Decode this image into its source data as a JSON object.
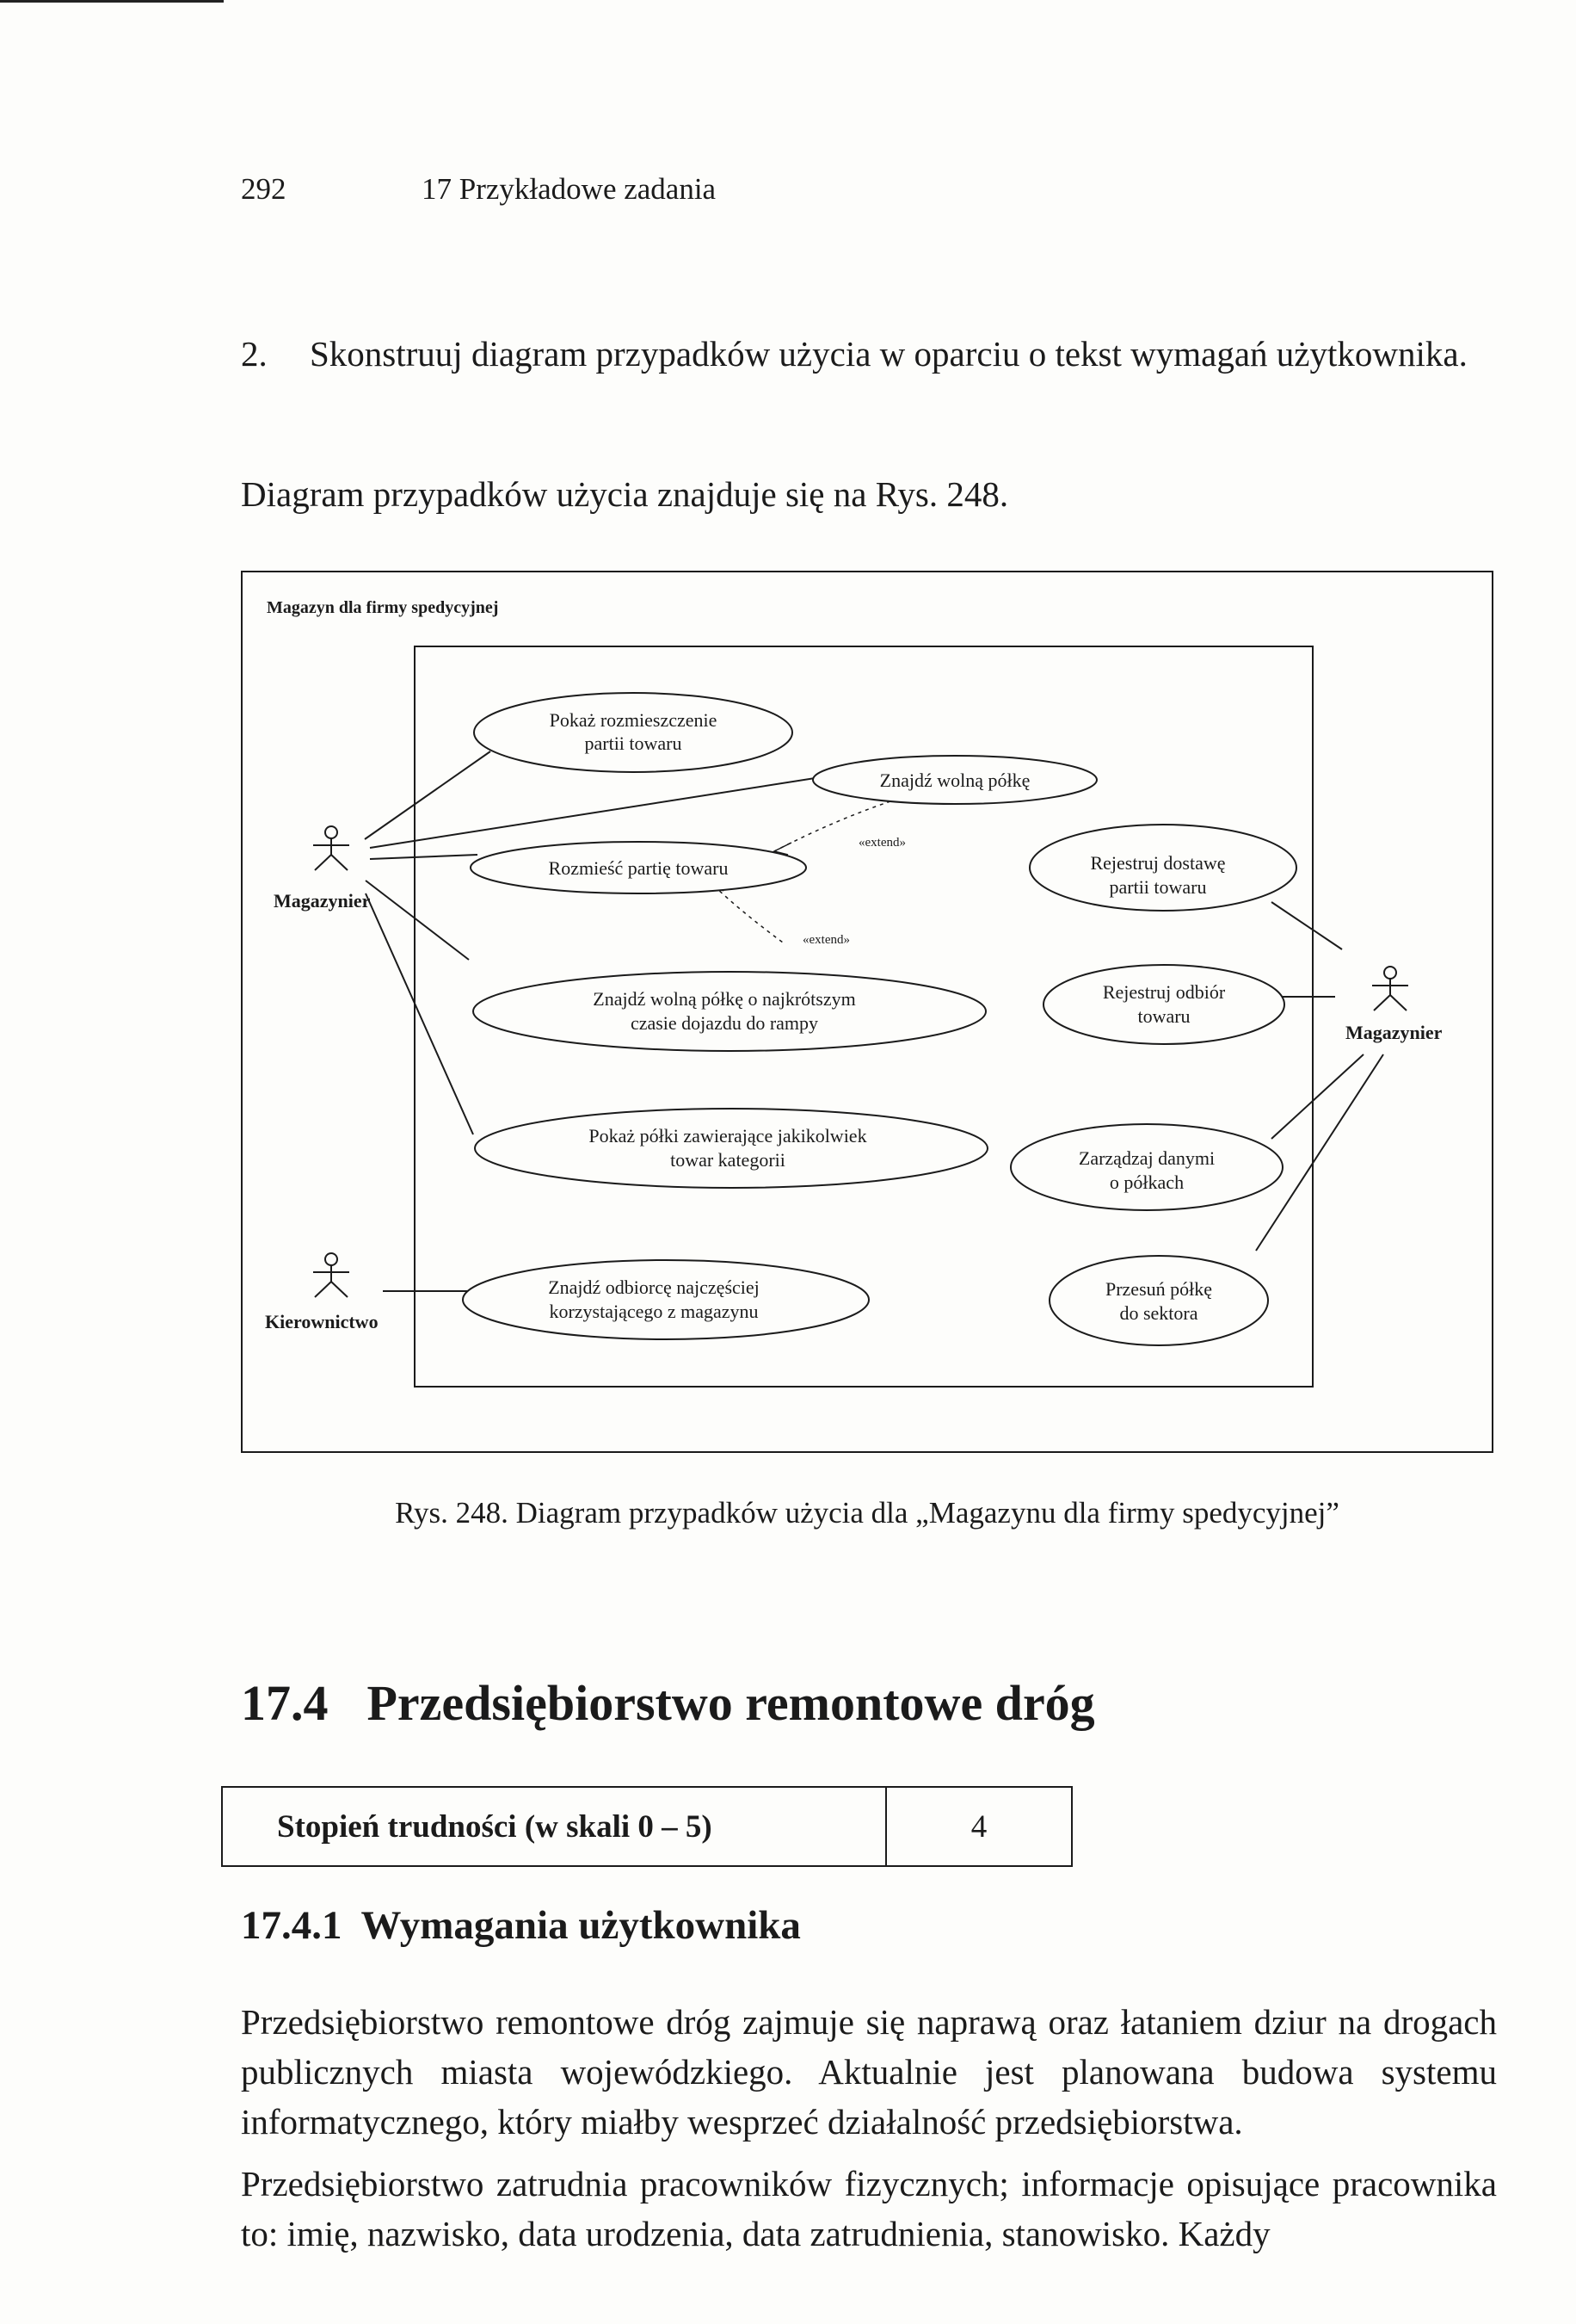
{
  "header": {
    "page_number": "292",
    "running_title": "17  Przykładowe zadania"
  },
  "task": {
    "number": "2.",
    "text": "Skonstruuj diagram przypadków użycia w oparciu o tekst wymagań użytkownika."
  },
  "intro_line": "Diagram przypadków użycia znajduje się na Rys. 248.",
  "diagram": {
    "title": "Magazyn dla firmy spedycyjnej",
    "actors": {
      "left_top": "Magazynier",
      "left_bottom": "Kierownictwo",
      "right": "Magazynier"
    },
    "use_cases": {
      "pokaz_rozmieszczenie": [
        "Pokaż rozmieszczenie",
        "partii  towaru"
      ],
      "znajdz_wolna_polke": [
        "Znajdź wolną półkę"
      ],
      "rozmiesc_partie": [
        "Rozmieść partię towaru"
      ],
      "znajdz_wolna_polke_rampa": [
        "Znajdź wolną półkę o najkrótszym",
        "czasie dojazdu do rampy"
      ],
      "pokaz_polki": [
        "Pokaż półki zawierające jakikolwiek",
        "towar kategorii"
      ],
      "znajdz_odbiorce": [
        "Znajdź odbiorcę najczęściej",
        "korzystającego z magazynu"
      ],
      "rejestruj_dostawe": [
        "Rejestruj dostawę",
        "partii towaru"
      ],
      "rejestruj_odbior": [
        "Rejestruj odbiór",
        "towaru"
      ],
      "zarzadzaj_danymi": [
        "Zarządzaj danymi",
        "o półkach"
      ],
      "przesun_polke": [
        "Przesuń półkę",
        "do sektora"
      ]
    },
    "extend_label_1": "«extend»",
    "extend_label_2": "«extend»"
  },
  "caption": "Rys. 248. Diagram przypadków użycia dla „Magazynu dla firmy spedycyjnej”",
  "section": {
    "number": "17.4",
    "title": "Przedsiębiorstwo remontowe dróg"
  },
  "difficulty": {
    "label": "Stopień trudności (w skali 0 – 5)",
    "value": "4"
  },
  "subsection": {
    "number": "17.4.1",
    "title": "Wymagania użytkownika"
  },
  "paragraphs": [
    "Przedsiębiorstwo remontowe dróg zajmuje się naprawą oraz łataniem dziur na drogach publicznych miasta wojewódzkiego. Aktualnie jest planowana budowa systemu informatycznego, który miałby wesprzeć działalność przedsiębiorstwa.",
    "Przedsiębiorstwo zatrudnia pracowników fizycznych; informacje opisujące pracownika to: imię, nazwisko, data urodzenia, data zatrudnienia, stanowisko. Każdy"
  ]
}
